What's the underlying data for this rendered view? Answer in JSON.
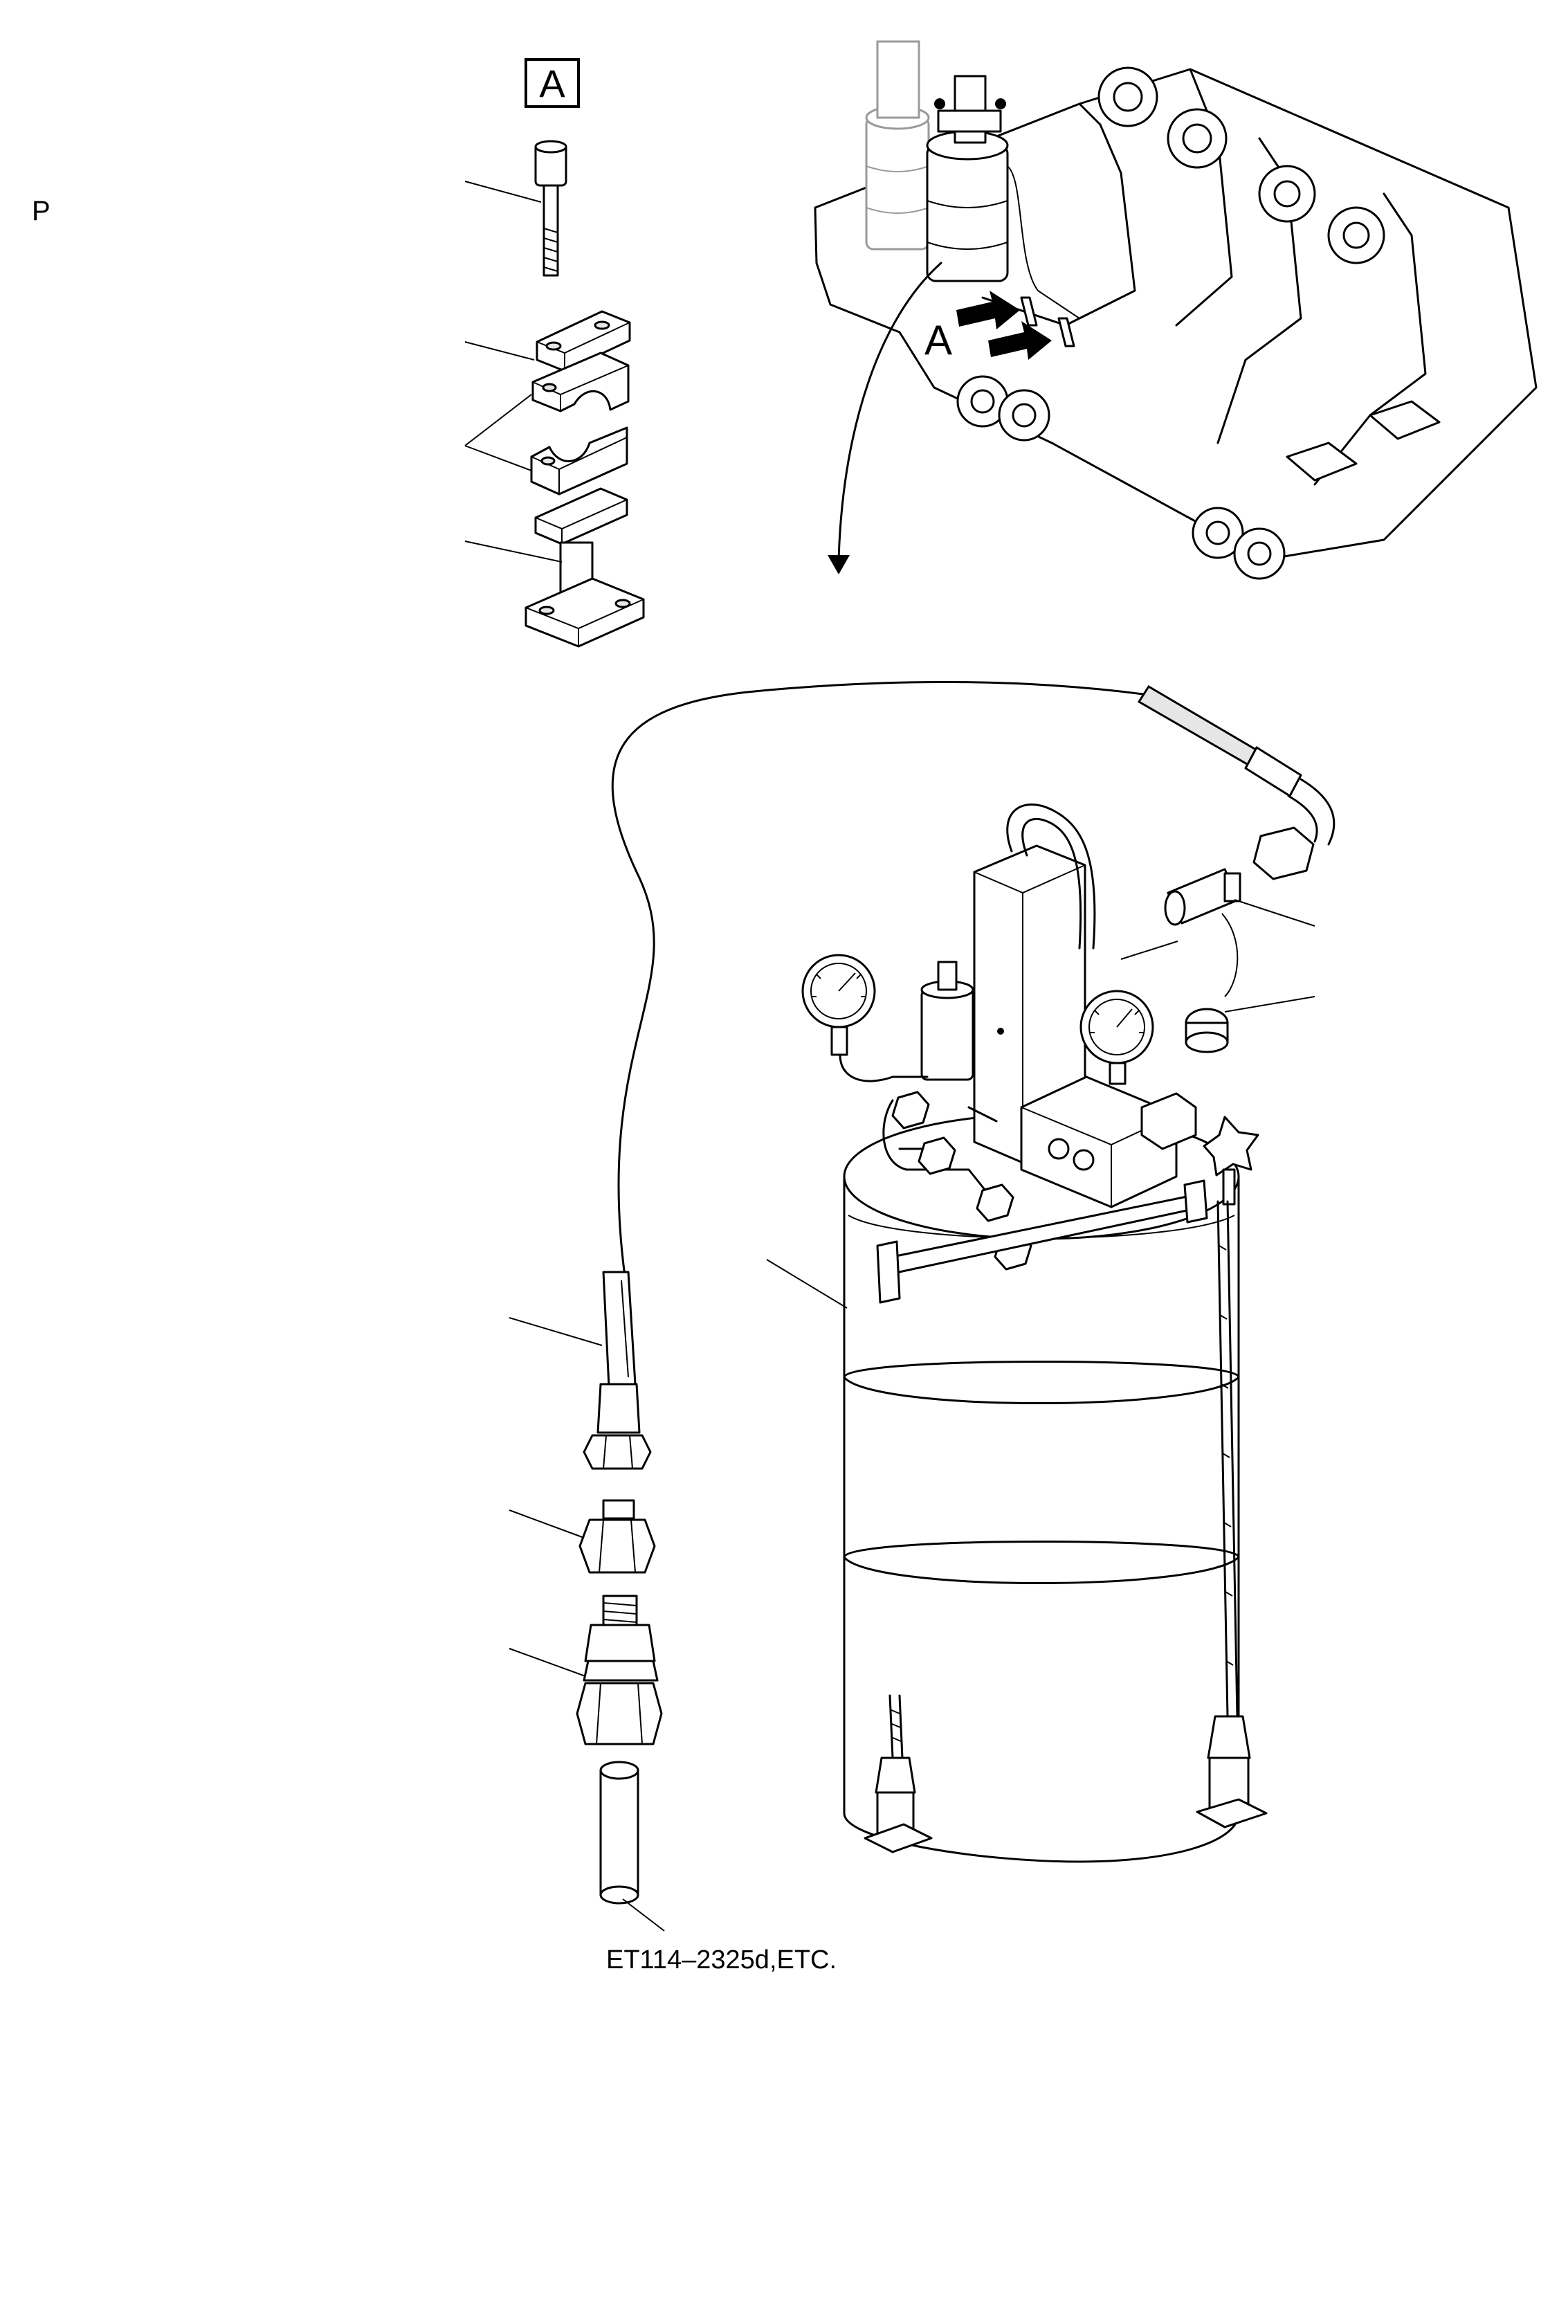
{
  "page_letter": "P",
  "detail_label": "A",
  "callout_letter": "A",
  "figure_reference": "ET114–2325d,ETC.",
  "icons": {
    "flow_arrow": "arrow-down-icon",
    "pointer_arrows": "arrow-right-icon"
  }
}
